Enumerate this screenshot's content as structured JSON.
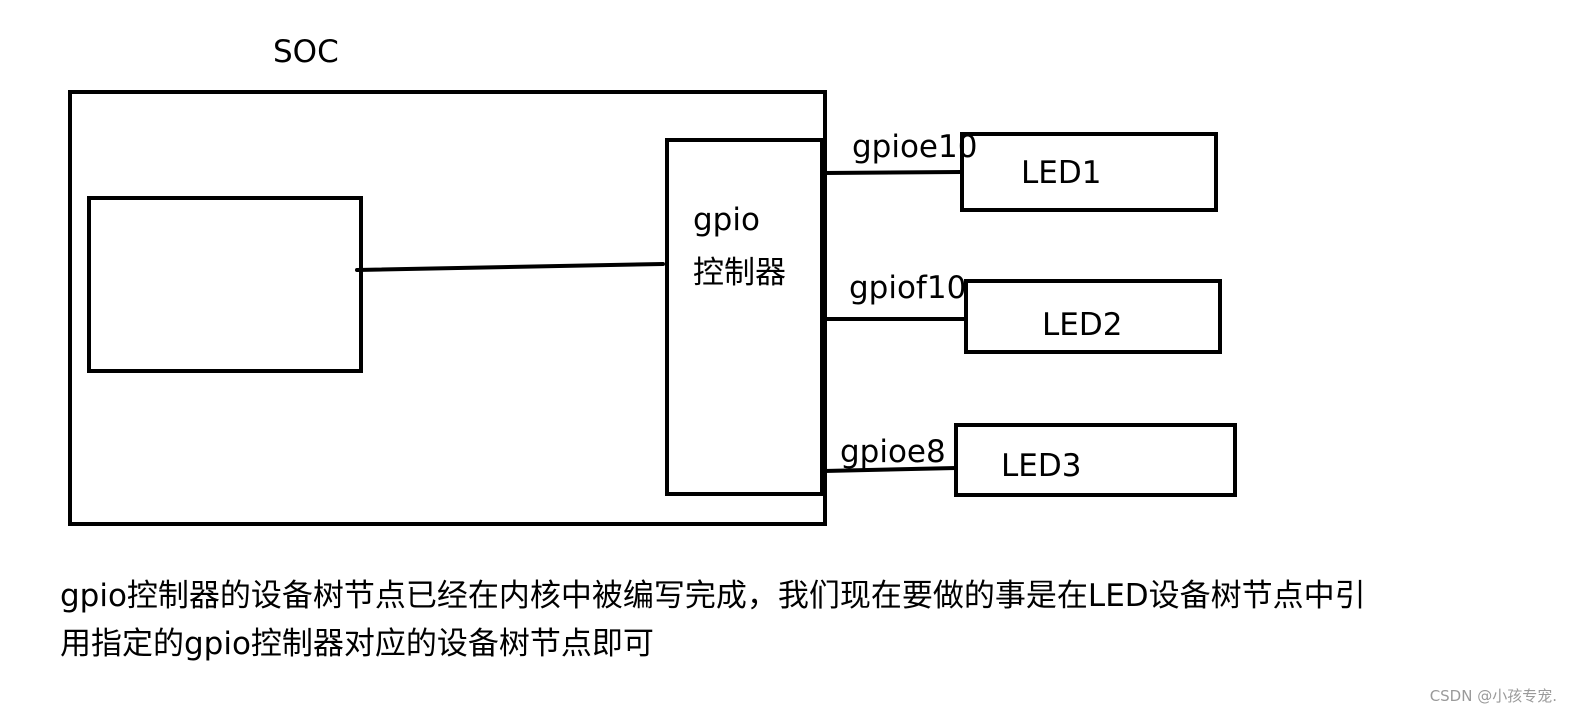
{
  "diagram": {
    "soc_label": "SOC",
    "gpio_controller": {
      "line1": "gpio",
      "line2": "控制器"
    },
    "connections": [
      {
        "pin": "gpioe10",
        "led": "LED1"
      },
      {
        "pin": "gpiof10",
        "led": "LED2"
      },
      {
        "pin": "gpioe8",
        "led": "LED3"
      }
    ]
  },
  "note": {
    "line1": "gpio控制器的设备树节点已经在内核中被编写完成，我们现在要做的事是在LED设备树节点中引",
    "line2": "用指定的gpio控制器对应的设备树节点即可"
  },
  "watermark": "CSDN @小孩专宠."
}
